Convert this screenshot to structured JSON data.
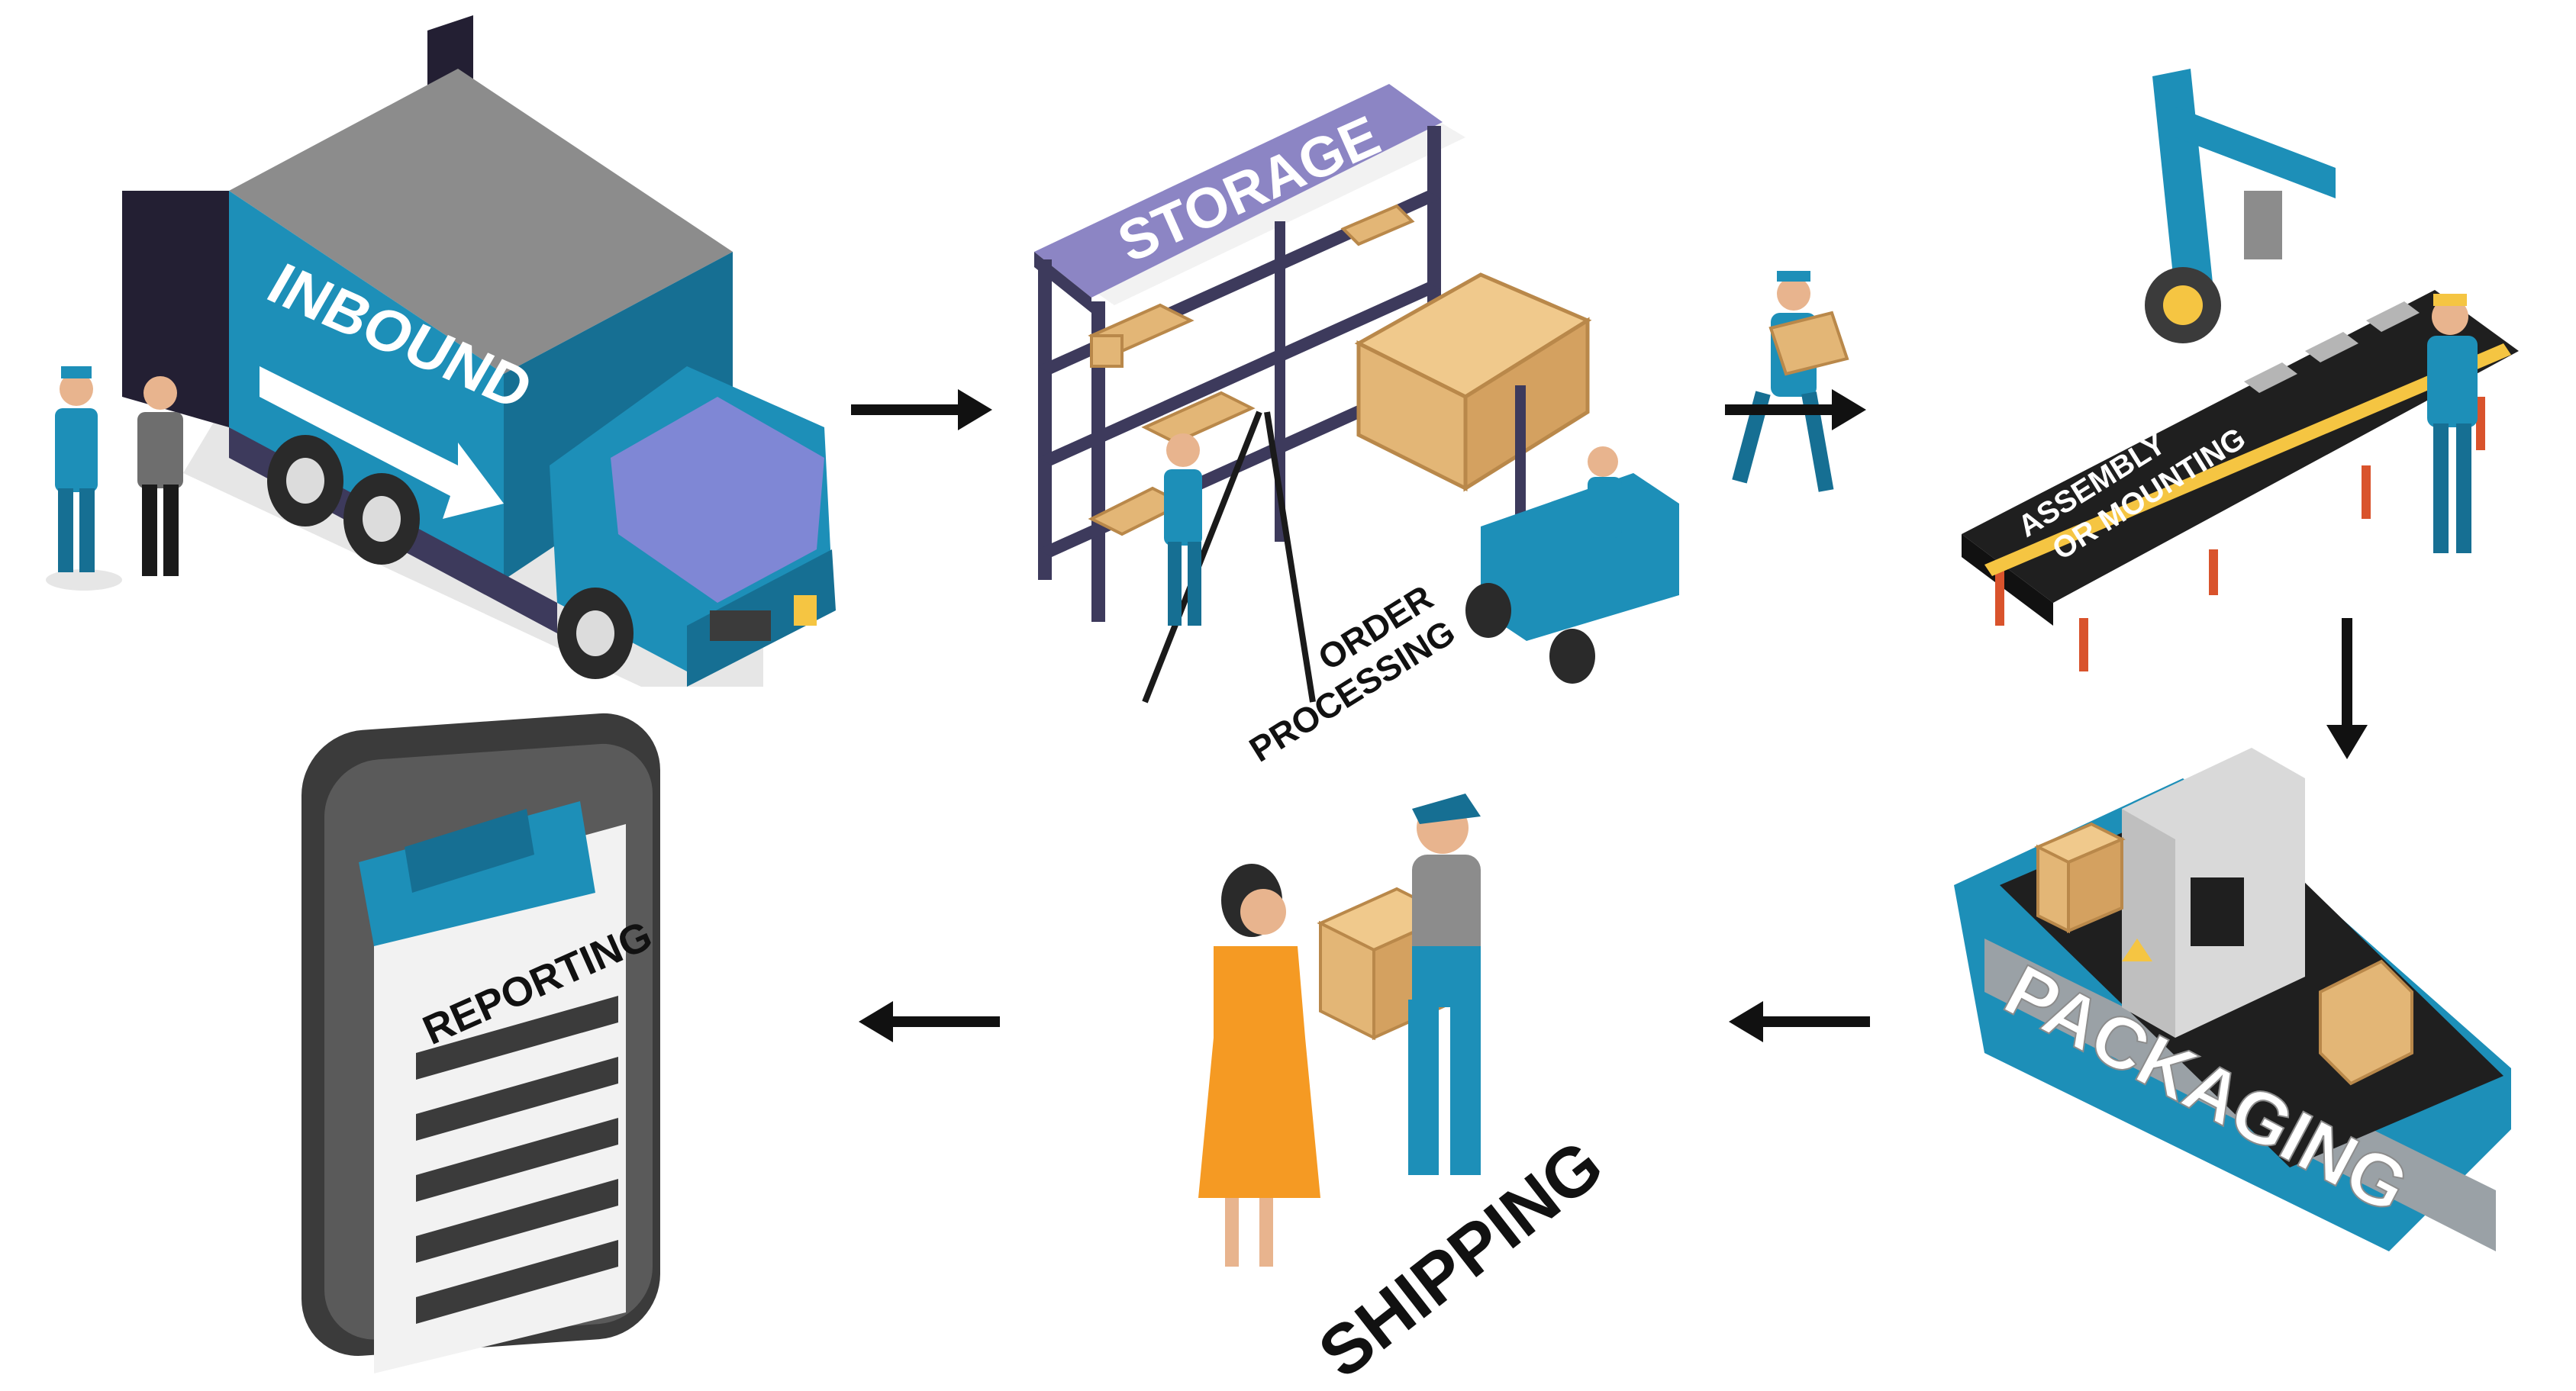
{
  "stages": {
    "inbound": "INBOUND",
    "storage": "STORAGE",
    "order_processing_line1": "ORDER",
    "order_processing_line2": "PROCESSING",
    "assembly_line1": "ASSEMBLY",
    "assembly_line2": "OR MOUNTING",
    "packaging": "PACKAGING",
    "shipping": "SHIPPING",
    "reporting": "REPORTING"
  },
  "colors": {
    "brand_blue": "#1d8fb8",
    "dark_blue": "#166f93",
    "gray": "#8c8c8c",
    "dark_gray": "#3b3b3b",
    "purple": "#3d3a5c",
    "box": "#e3b676",
    "orange": "#f59a23",
    "arrow": "#111111"
  },
  "flow": [
    "inbound",
    "storage",
    "assembly",
    "packaging",
    "shipping",
    "reporting"
  ]
}
